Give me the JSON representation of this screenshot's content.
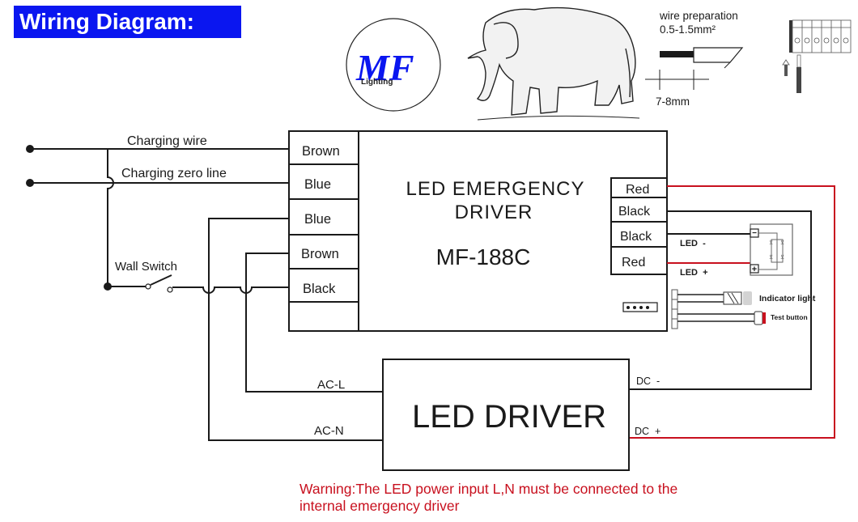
{
  "header": {
    "title": "Wiring Diagram:",
    "logo": {
      "main": "MF",
      "sub": "Lighting",
      "color": "#0a16f0"
    },
    "mascot": "elephant-illustration"
  },
  "wire_prep": {
    "title": "wire preparation",
    "gauge": "0.5-1.5mm²",
    "strip_length": "7-8mm"
  },
  "input": {
    "charging_wire": "Charging wire",
    "charging_zero_line": "Charging zero line",
    "wall_switch": "Wall Switch"
  },
  "emergency_driver": {
    "name_line1": "LED EMERGENCY",
    "name_line2": "DRIVER",
    "model": "MF-188C",
    "left_terminals": [
      "Brown",
      "Blue",
      "Blue",
      "Brown",
      "Black",
      ""
    ],
    "right_terminals": [
      "Red",
      "Black",
      "Black",
      "Red"
    ]
  },
  "led_module": {
    "minus_label": "LED  -",
    "plus_label": "LED  +",
    "minus_sign": "−",
    "plus_sign": "+"
  },
  "accessories": {
    "indicator": "Indicator light",
    "test_button": "Test button"
  },
  "led_driver": {
    "name": "LED DRIVER",
    "ac_l": "AC-L",
    "ac_n": "AC-N",
    "dc_minus": "DC  -",
    "dc_plus": "DC  +"
  },
  "colors": {
    "wire": "#1a1a1a",
    "positive_wire": "#c8101e",
    "title_bg": "#0a16f0",
    "warning_text": "#c8101e"
  },
  "warning": {
    "line1": "Warning:The LED power input L,N must be connected to the",
    "line2": "internal emergency driver"
  }
}
